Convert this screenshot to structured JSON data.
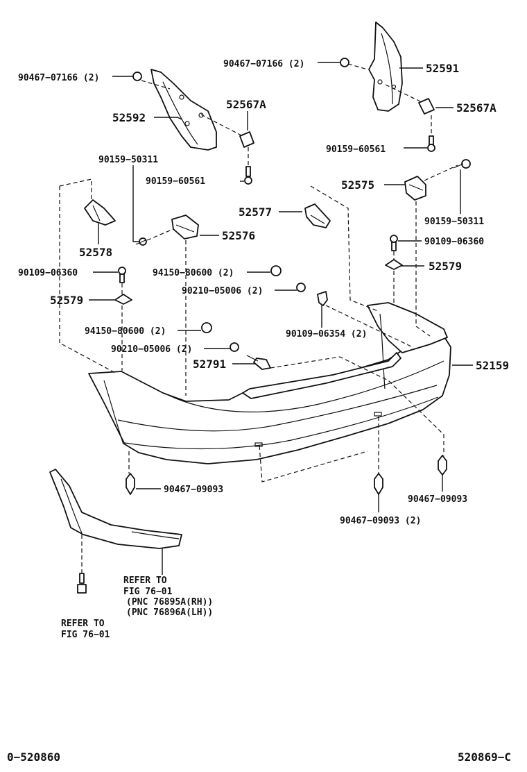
{
  "labels": {
    "l_90467_07166_left": "90467−07166 (2)",
    "l_90467_07166_right": "90467−07166 (2)",
    "l_52591": "52591",
    "l_52592": "52592",
    "l_52567A_left": "52567A",
    "l_52567A_right": "52567A",
    "l_90159_60561_left": "90159−60561",
    "l_90159_60561_right": "90159−60561",
    "l_90159_50311_left": "90159−50311",
    "l_90159_50311_right": "90159−50311",
    "l_52575": "52575",
    "l_52577": "52577",
    "l_52576": "52576",
    "l_52578": "52578",
    "l_90109_06360_left": "90109−06360",
    "l_90109_06360_right": "90109−06360",
    "l_52579_left": "52579",
    "l_52579_right": "52579",
    "l_94150_80600_a": "94150−80600 (2)",
    "l_94150_80600_b": "94150−80600 (2)",
    "l_90210_05006_a": "90210−05006 (2)",
    "l_90210_05006_b": "90210−05006 (2)",
    "l_90109_06354": "90109−06354 (2)",
    "l_52791": "52791",
    "l_52159": "52159",
    "l_90467_09093_left": "90467−09093",
    "l_90467_09093_right": "90467−09093",
    "l_90467_09093_mid": "90467−09093 (2)",
    "refer_spoiler_1": "REFER TO",
    "refer_spoiler_2": "FIG 76−01",
    "refer_spoiler_3": "(PNC 76895A(RH))",
    "refer_spoiler_4": "(PNC 76896A(LH))",
    "refer_bolt_1": "REFER TO",
    "refer_bolt_2": "FIG 76−01",
    "code_left": "0−520860",
    "code_right": "520869−C"
  }
}
